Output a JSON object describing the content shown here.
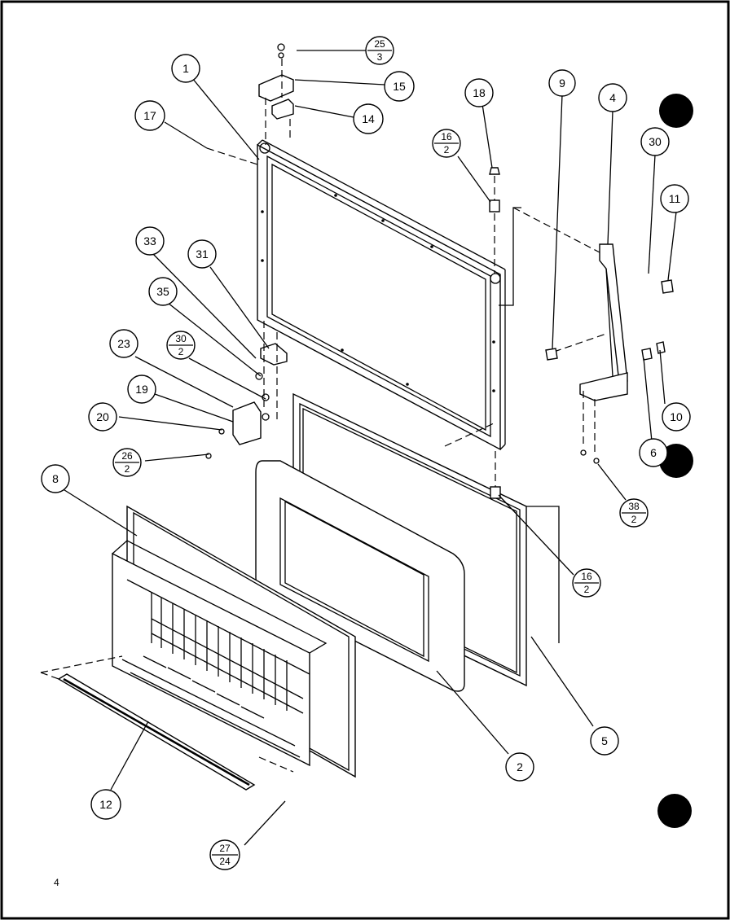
{
  "diagram": {
    "type": "exploded parts diagram",
    "page_number": "4",
    "callouts": [
      {
        "id": "c1",
        "label": "1"
      },
      {
        "id": "c2",
        "label": "2"
      },
      {
        "id": "c4",
        "label": "4"
      },
      {
        "id": "c5",
        "label": "5"
      },
      {
        "id": "c6",
        "label": "6"
      },
      {
        "id": "c8",
        "label": "8"
      },
      {
        "id": "c9",
        "label": "9"
      },
      {
        "id": "c10",
        "label": "10"
      },
      {
        "id": "c11",
        "label": "11"
      },
      {
        "id": "c12",
        "label": "12"
      },
      {
        "id": "c14",
        "label": "14"
      },
      {
        "id": "c15",
        "label": "15"
      },
      {
        "id": "c17",
        "label": "17"
      },
      {
        "id": "c18",
        "label": "18"
      },
      {
        "id": "c19",
        "label": "19"
      },
      {
        "id": "c20",
        "label": "20"
      },
      {
        "id": "c23",
        "label": "23"
      },
      {
        "id": "c30",
        "label": "30"
      },
      {
        "id": "c31",
        "label": "31"
      },
      {
        "id": "c33",
        "label": "33"
      },
      {
        "id": "c35",
        "label": "35"
      }
    ],
    "fraction_callouts": [
      {
        "id": "f25_3",
        "top": "25",
        "bottom": "3"
      },
      {
        "id": "f16_2a",
        "top": "16",
        "bottom": "2"
      },
      {
        "id": "f30_2",
        "top": "30",
        "bottom": "2"
      },
      {
        "id": "f26_2",
        "top": "26",
        "bottom": "2"
      },
      {
        "id": "f16_2b",
        "top": "16",
        "bottom": "2"
      },
      {
        "id": "f38_2",
        "top": "38",
        "bottom": "2"
      },
      {
        "id": "f27_24",
        "top": "27",
        "bottom": "24"
      }
    ]
  }
}
